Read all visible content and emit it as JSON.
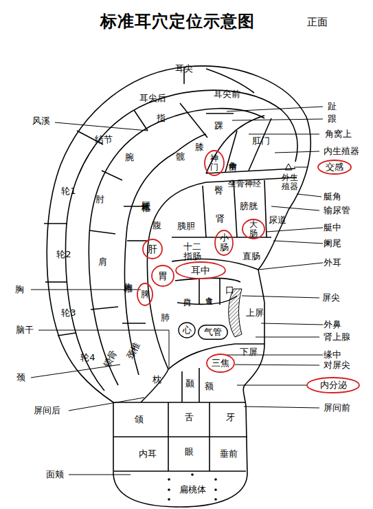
{
  "diagram": {
    "title": "标准耳穴定位示意图",
    "nodes": [
      {
        "text": [
          "神门"
        ]
      },
      {
        "text": [
          "交感"
        ]
      },
      {
        "text": [
          "大肠"
        ]
      },
      {
        "text": [
          "小肠"
        ]
      },
      {
        "text": [
          "肝"
        ]
      },
      {
        "text": [
          "耳中"
        ]
      },
      {
        "text": [
          "胃"
        ]
      },
      {
        "text": [
          "脾"
        ]
      },
      {
        "text": [
          "心"
        ]
      },
      {
        "text": [
          "气管"
        ]
      },
      {
        "text": [
          "三焦"
        ]
      },
      {
        "text": [
          "内分泌"
        ]
      }
    ],
    "labels": [
      "正面",
      "耳尖",
      "耳尖后",
      "耳尖前",
      "趾",
      "指",
      "跟",
      "踝",
      "风溪",
      "角窝上",
      "结节",
      "肛门",
      "膝",
      "内生殖器",
      "髋",
      "腕",
      "角窝中",
      "坐骨神经",
      "外生 殖器",
      "臀",
      "轮1",
      "肘",
      "艇角",
      "腰骶椎",
      "膀胱",
      "输尿管",
      "肾",
      "尿道",
      "腹",
      "胰胆",
      "艇中",
      "阑尾",
      "十二 指肠",
      "轮2",
      "直肠",
      "肩",
      "外耳",
      "胸椎",
      "口",
      "胸",
      "贲门",
      "食道",
      "屏尖",
      "轮3",
      "上屏",
      "肺",
      "外鼻",
      "脑干",
      "肾上腺",
      "下屏",
      "缘中",
      "锁骨",
      "颈椎",
      "轮4",
      "对屏尖",
      "颈",
      "枕",
      "颞",
      "额",
      "屏间后",
      "屏间前",
      "颌",
      "舌",
      "牙",
      "内耳",
      "眼",
      "垂前",
      "面颊",
      "扁桃体"
    ]
  }
}
